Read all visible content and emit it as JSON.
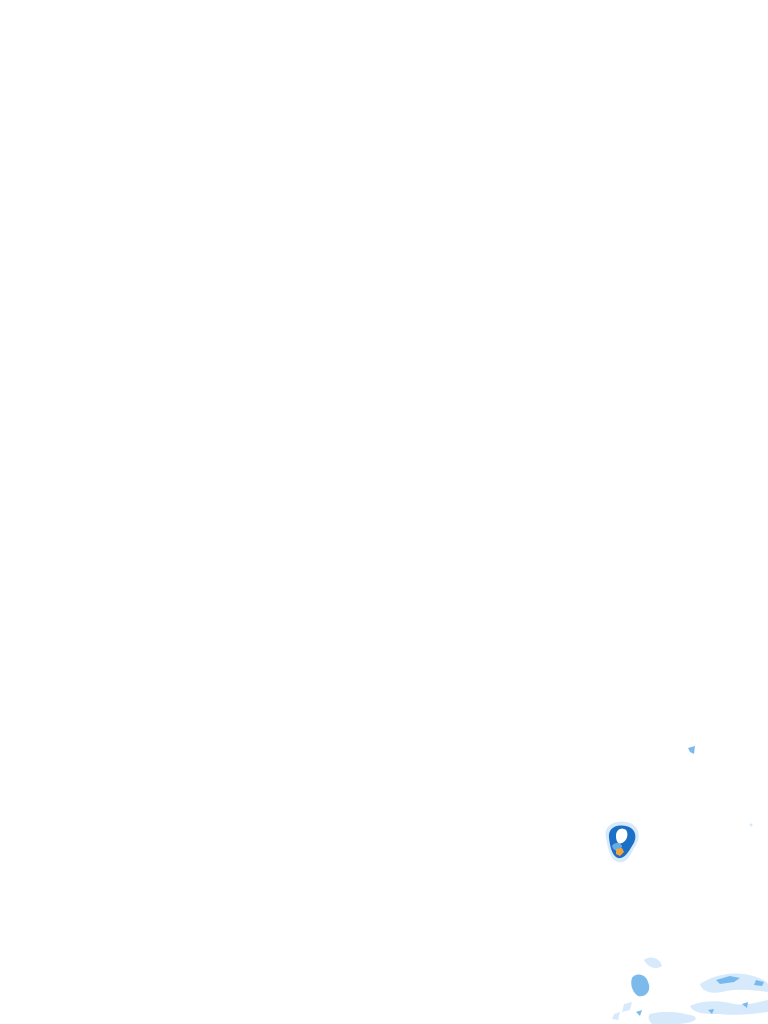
{
  "map": {
    "background": "#ffffff",
    "layer": "precipitation-radar-tile",
    "colors": {
      "light": "#cfe6fa",
      "medium": "#6fb2ea",
      "heavy": "#1c6fc4",
      "core": "#f2a33a"
    },
    "cells": [
      {
        "name": "radar-cell-main",
        "intensity": "heavy",
        "has_core": true
      },
      {
        "name": "radar-cell-fleck-north",
        "intensity": "medium"
      },
      {
        "name": "radar-cell-fleck-east",
        "intensity": "light"
      },
      {
        "name": "radar-cell-cluster-south",
        "intensity": "medium"
      },
      {
        "name": "radar-band-southeast",
        "intensity": "light"
      }
    ]
  }
}
